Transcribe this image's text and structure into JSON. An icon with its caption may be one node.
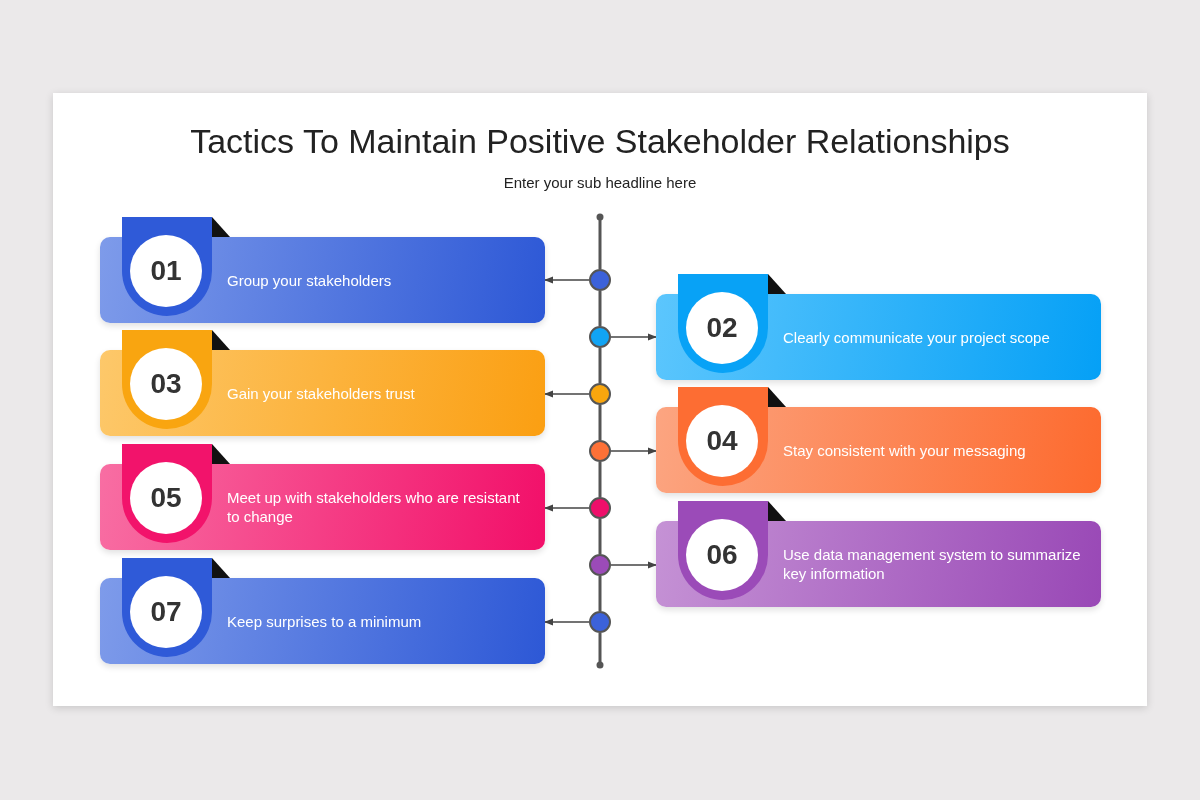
{
  "diagram": {
    "title": "Tactics To Maintain Positive Stakeholder Relationships",
    "caption": "Enter your sub headline here",
    "nodes": [
      {
        "text": [
          "01",
          "Group your stakeholders"
        ]
      },
      {
        "text": [
          "02",
          "Clearly communicate your project scope"
        ]
      },
      {
        "text": [
          "03",
          "Gain your stakeholders trust"
        ]
      },
      {
        "text": [
          "04",
          "Stay consistent with your messaging"
        ]
      },
      {
        "text": [
          "05",
          "Meet up with stakeholders who are resistant to change"
        ]
      },
      {
        "text": [
          "06",
          "Use data management system to summarize key information"
        ]
      },
      {
        "text": [
          "07",
          "Keep surprises to a minimum"
        ]
      },
      {
        "text": [],
        "shape": "circle"
      },
      {
        "text": [],
        "shape": "circle"
      },
      {
        "text": [],
        "shape": "circle"
      },
      {
        "text": [],
        "shape": "circle"
      },
      {
        "text": [],
        "shape": "circle"
      },
      {
        "text": [],
        "shape": "circle"
      },
      {
        "text": [],
        "shape": "circle"
      }
    ],
    "edges": [
      {
        "from": 7,
        "to": 0,
        "arrow": "to"
      },
      {
        "from": 8,
        "to": 1,
        "arrow": "to"
      },
      {
        "from": 9,
        "to": 2,
        "arrow": "to"
      },
      {
        "from": 10,
        "to": 3,
        "arrow": "to"
      },
      {
        "from": 11,
        "to": 4,
        "arrow": "to"
      },
      {
        "from": 12,
        "to": 5,
        "arrow": "to"
      },
      {
        "from": 13,
        "to": 6,
        "arrow": "to"
      },
      {
        "from": 7,
        "to": 8,
        "arrow": "none"
      },
      {
        "from": 8,
        "to": 9,
        "arrow": "none"
      },
      {
        "from": 9,
        "to": 10,
        "arrow": "none"
      },
      {
        "from": 10,
        "to": 11,
        "arrow": "none"
      },
      {
        "from": 11,
        "to": 12,
        "arrow": "none"
      },
      {
        "from": 12,
        "to": 13,
        "arrow": "none"
      }
    ]
  }
}
